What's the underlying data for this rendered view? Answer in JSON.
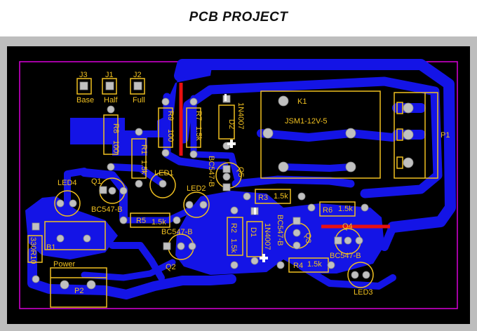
{
  "title": "PCB PROJECT",
  "colors": {
    "frame": "#bdbdbd",
    "board": "#000000",
    "outline": "#cc00cc",
    "copper": "#1414e6",
    "silkscreen": "#f0c020",
    "pad": "#c0c0c0",
    "jumper": "#e81010",
    "marker": "#ffffff"
  },
  "labels": {
    "j3": "J3",
    "j3_name": "Base",
    "j1": "J1",
    "j1_name": "Half",
    "j2": "J2",
    "j2_name": "Full",
    "r9": "R9",
    "r9_val": "100",
    "r7": "R7",
    "r7_val": "1.5k",
    "d2": "D2",
    "d2_val": "1N4007",
    "k1": "K1",
    "k1_val": "JSM1-12V-5",
    "p1": "P1",
    "r8": "R8",
    "r8_val": "100",
    "r1": "R1",
    "r1_val": "1.5k",
    "led1": "LED1",
    "q5": "Q5",
    "q5_val": "BC547-B",
    "led4": "LED4",
    "q1": "Q1",
    "q1_val": "BC547-B",
    "led2": "LED2",
    "r3": "R3",
    "r3_val": "1.5k",
    "r6": "R6",
    "r6_val": "1.5k",
    "q4": "Q4",
    "b1": "B1",
    "b1_val": "330R10",
    "r5": "R5",
    "r5_val": "1.5k",
    "q2": "Q2",
    "q2_val": "BC547-B",
    "r2": "R2",
    "r2_val": "1.5k",
    "d1": "D1",
    "d1_val": "1N4007",
    "q3": "Q3",
    "q3_val": "BC547-B",
    "power": "Power",
    "p2": "P2",
    "r4": "R4",
    "r4_val": "1.5k",
    "led3": "LED3",
    "q4_val": "BC547-B"
  }
}
